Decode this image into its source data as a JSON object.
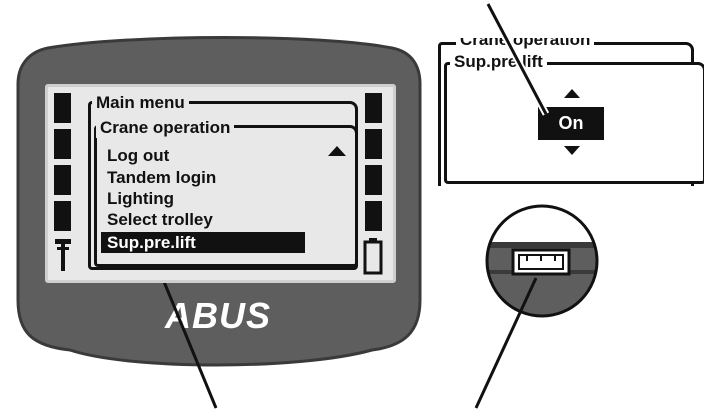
{
  "device": {
    "brand_logo": "ABUS",
    "main_menu_title": "Main menu",
    "submenu_title": "Crane operation",
    "menu_items": [
      {
        "label": "Log out"
      },
      {
        "label": "Tandem login"
      },
      {
        "label": "Lighting"
      },
      {
        "label": "Select trolley"
      },
      {
        "label": "Sup.pre.lift",
        "selected": true
      }
    ]
  },
  "detail_panel": {
    "parent_title": "Crane operation",
    "title": "Sup.pre.lift",
    "value": "On"
  },
  "icons": {
    "scroll_up": "up-triangle-icon",
    "value_up": "up-triangle-icon",
    "value_down": "down-triangle-icon",
    "left_status": "hook-icon",
    "right_status": "battery-icon",
    "connector": "connector-icon"
  },
  "colors": {
    "housing": "#5e5e5e",
    "housing_edge": "#3a3a3a",
    "lcd_background": "#e8e8e8",
    "ink": "#111111",
    "highlight_text": "#ffffff"
  }
}
